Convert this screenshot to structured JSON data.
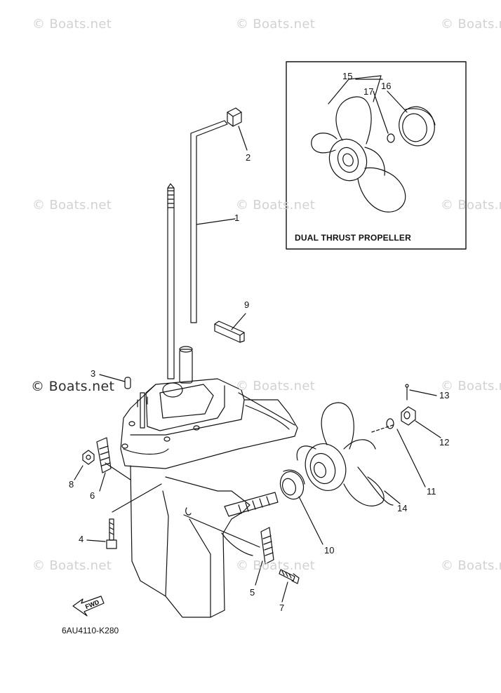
{
  "watermark": "© Boats.net",
  "inset": {
    "title": "DUAL THRUST PROPELLER"
  },
  "part_numbers": [
    "1",
    "2",
    "3",
    "4",
    "5",
    "6",
    "7",
    "8",
    "9",
    "10",
    "11",
    "12",
    "13",
    "14",
    "15",
    "16",
    "17"
  ],
  "diagram_code": "6AU4110-K280",
  "fwd_label": "FWD"
}
